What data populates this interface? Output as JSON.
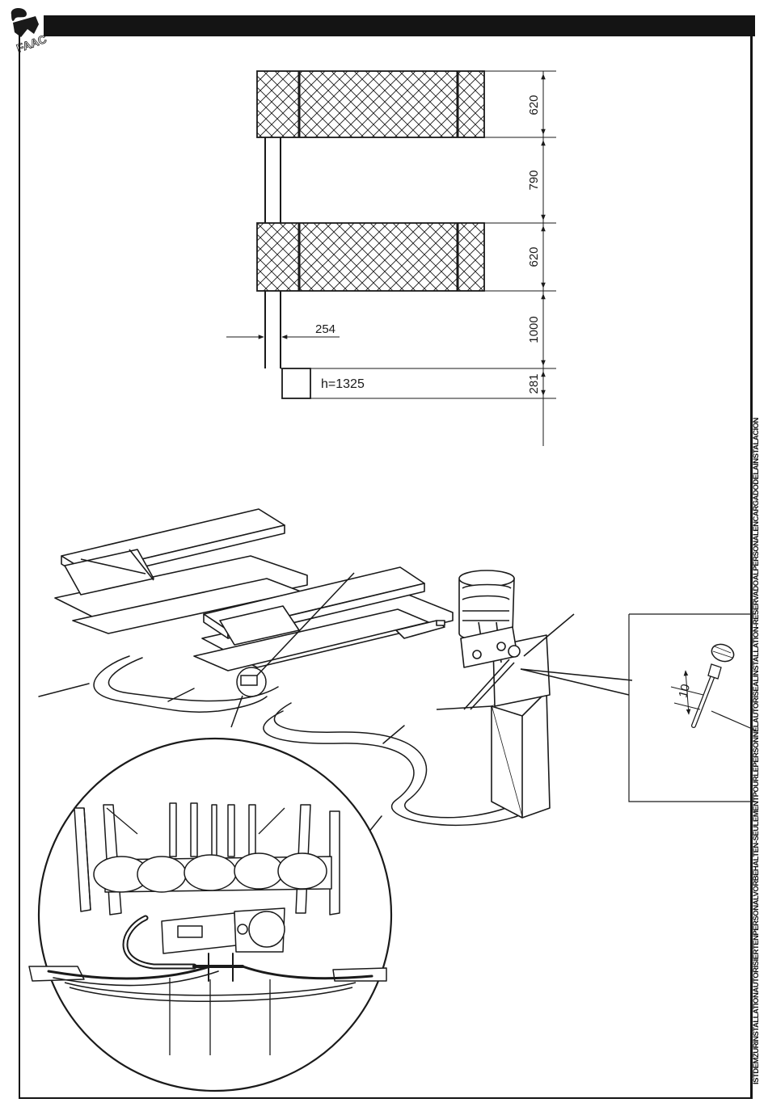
{
  "header": {
    "logo_text": "FAAC"
  },
  "side_banner": {
    "text": "ISTDEMZURINSTALLATIONAUTORISIERTENPERSONALVORBEHALTEN-SEULEMENTPOURLEPERSONNELAUTORISEALINSTALLATION-RESERVADOALPERSONALENCARGADODELAINSTALACION"
  },
  "layout_drawing": {
    "dimensions": {
      "upper_platform_width": "620",
      "gap_between_platforms": "790",
      "lower_platform_width": "620",
      "lower_clearance": "1000",
      "bottom_offset": "281",
      "column_width": "254",
      "column_height": "h=1325"
    }
  },
  "detail_callout": {
    "dipstick_mark": "10"
  },
  "colors": {
    "ink": "#1a1a1a",
    "paper": "#ffffff"
  }
}
